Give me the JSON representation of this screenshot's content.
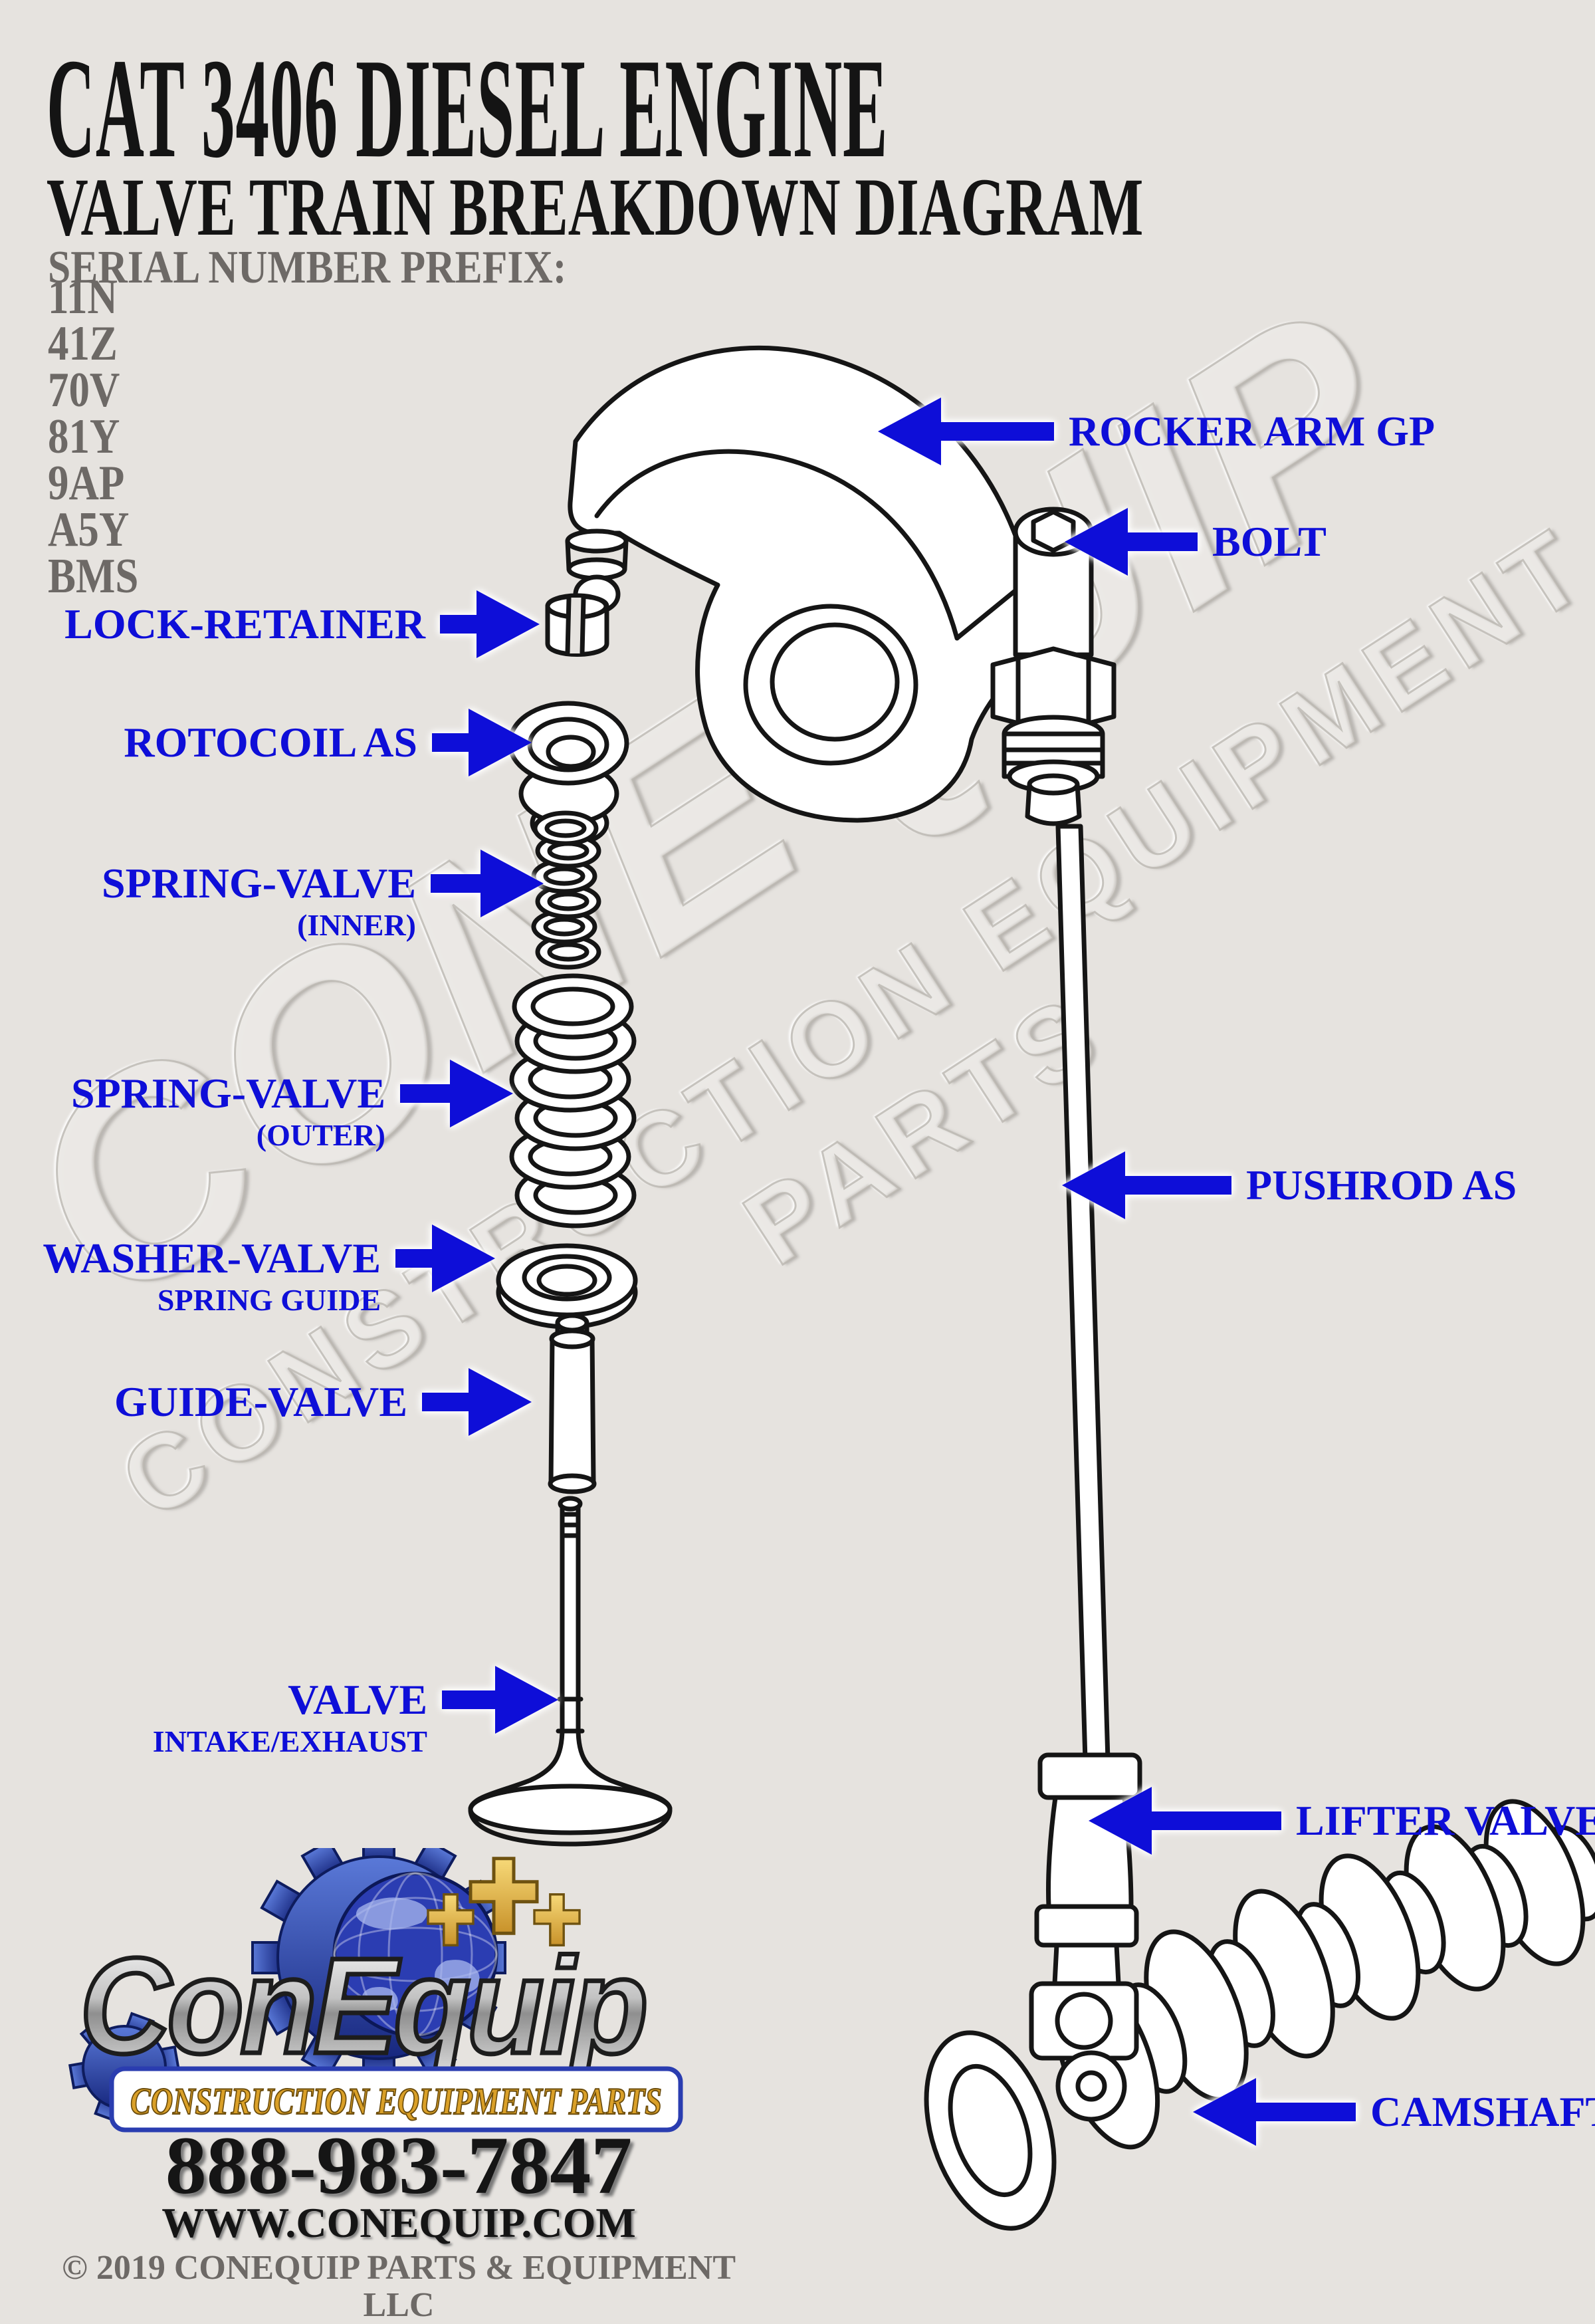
{
  "header": {
    "title": "CAT 3406 DIESEL ENGINE",
    "subtitle": "VALVE TRAIN BREAKDOWN DIAGRAM",
    "serial_heading": "SERIAL NUMBER PREFIX:",
    "serial_prefixes": [
      "11N",
      "41Z",
      "70V",
      "81Y",
      "9AP",
      "A5Y",
      "BMS"
    ]
  },
  "labels": {
    "rocker_arm": "ROCKER ARM GP",
    "bolt": "BOLT",
    "lock_retainer": "LOCK-RETAINER",
    "rotocoil": "ROTOCOIL AS",
    "spring_inner": "SPRING-VALVE",
    "spring_inner_sub": "(INNER)",
    "spring_outer": "SPRING-VALVE",
    "spring_outer_sub": "(OUTER)",
    "washer": "WASHER-VALVE",
    "washer_sub": "SPRING GUIDE",
    "guide": "GUIDE-VALVE",
    "valve": "VALVE",
    "valve_sub": "INTAKE/EXHAUST",
    "pushrod": "PUSHROD AS",
    "lifter": "LIFTER VALVE",
    "camshaft": "CAMSHAFT"
  },
  "watermark": {
    "line1": "CONEQUIP",
    "line2": "CONSTRUCTION EQUIPMENT PARTS"
  },
  "footer": {
    "brand": "ConEquip",
    "banner": "CONSTRUCTION EQUIPMENT PARTS",
    "phone": "888-983-7847",
    "website": "WWW.CONEQUIP.COM",
    "copyright": "© 2019 CONEQUIP PARTS & EQUIPMENT LLC"
  },
  "colors": {
    "accent_blue": "#0e0ed8",
    "background": "#e6e3df",
    "muted_gray": "#6d6966",
    "line_art": "#151515",
    "logo_gold": "#daa028",
    "logo_blue": "#2b3db2"
  }
}
